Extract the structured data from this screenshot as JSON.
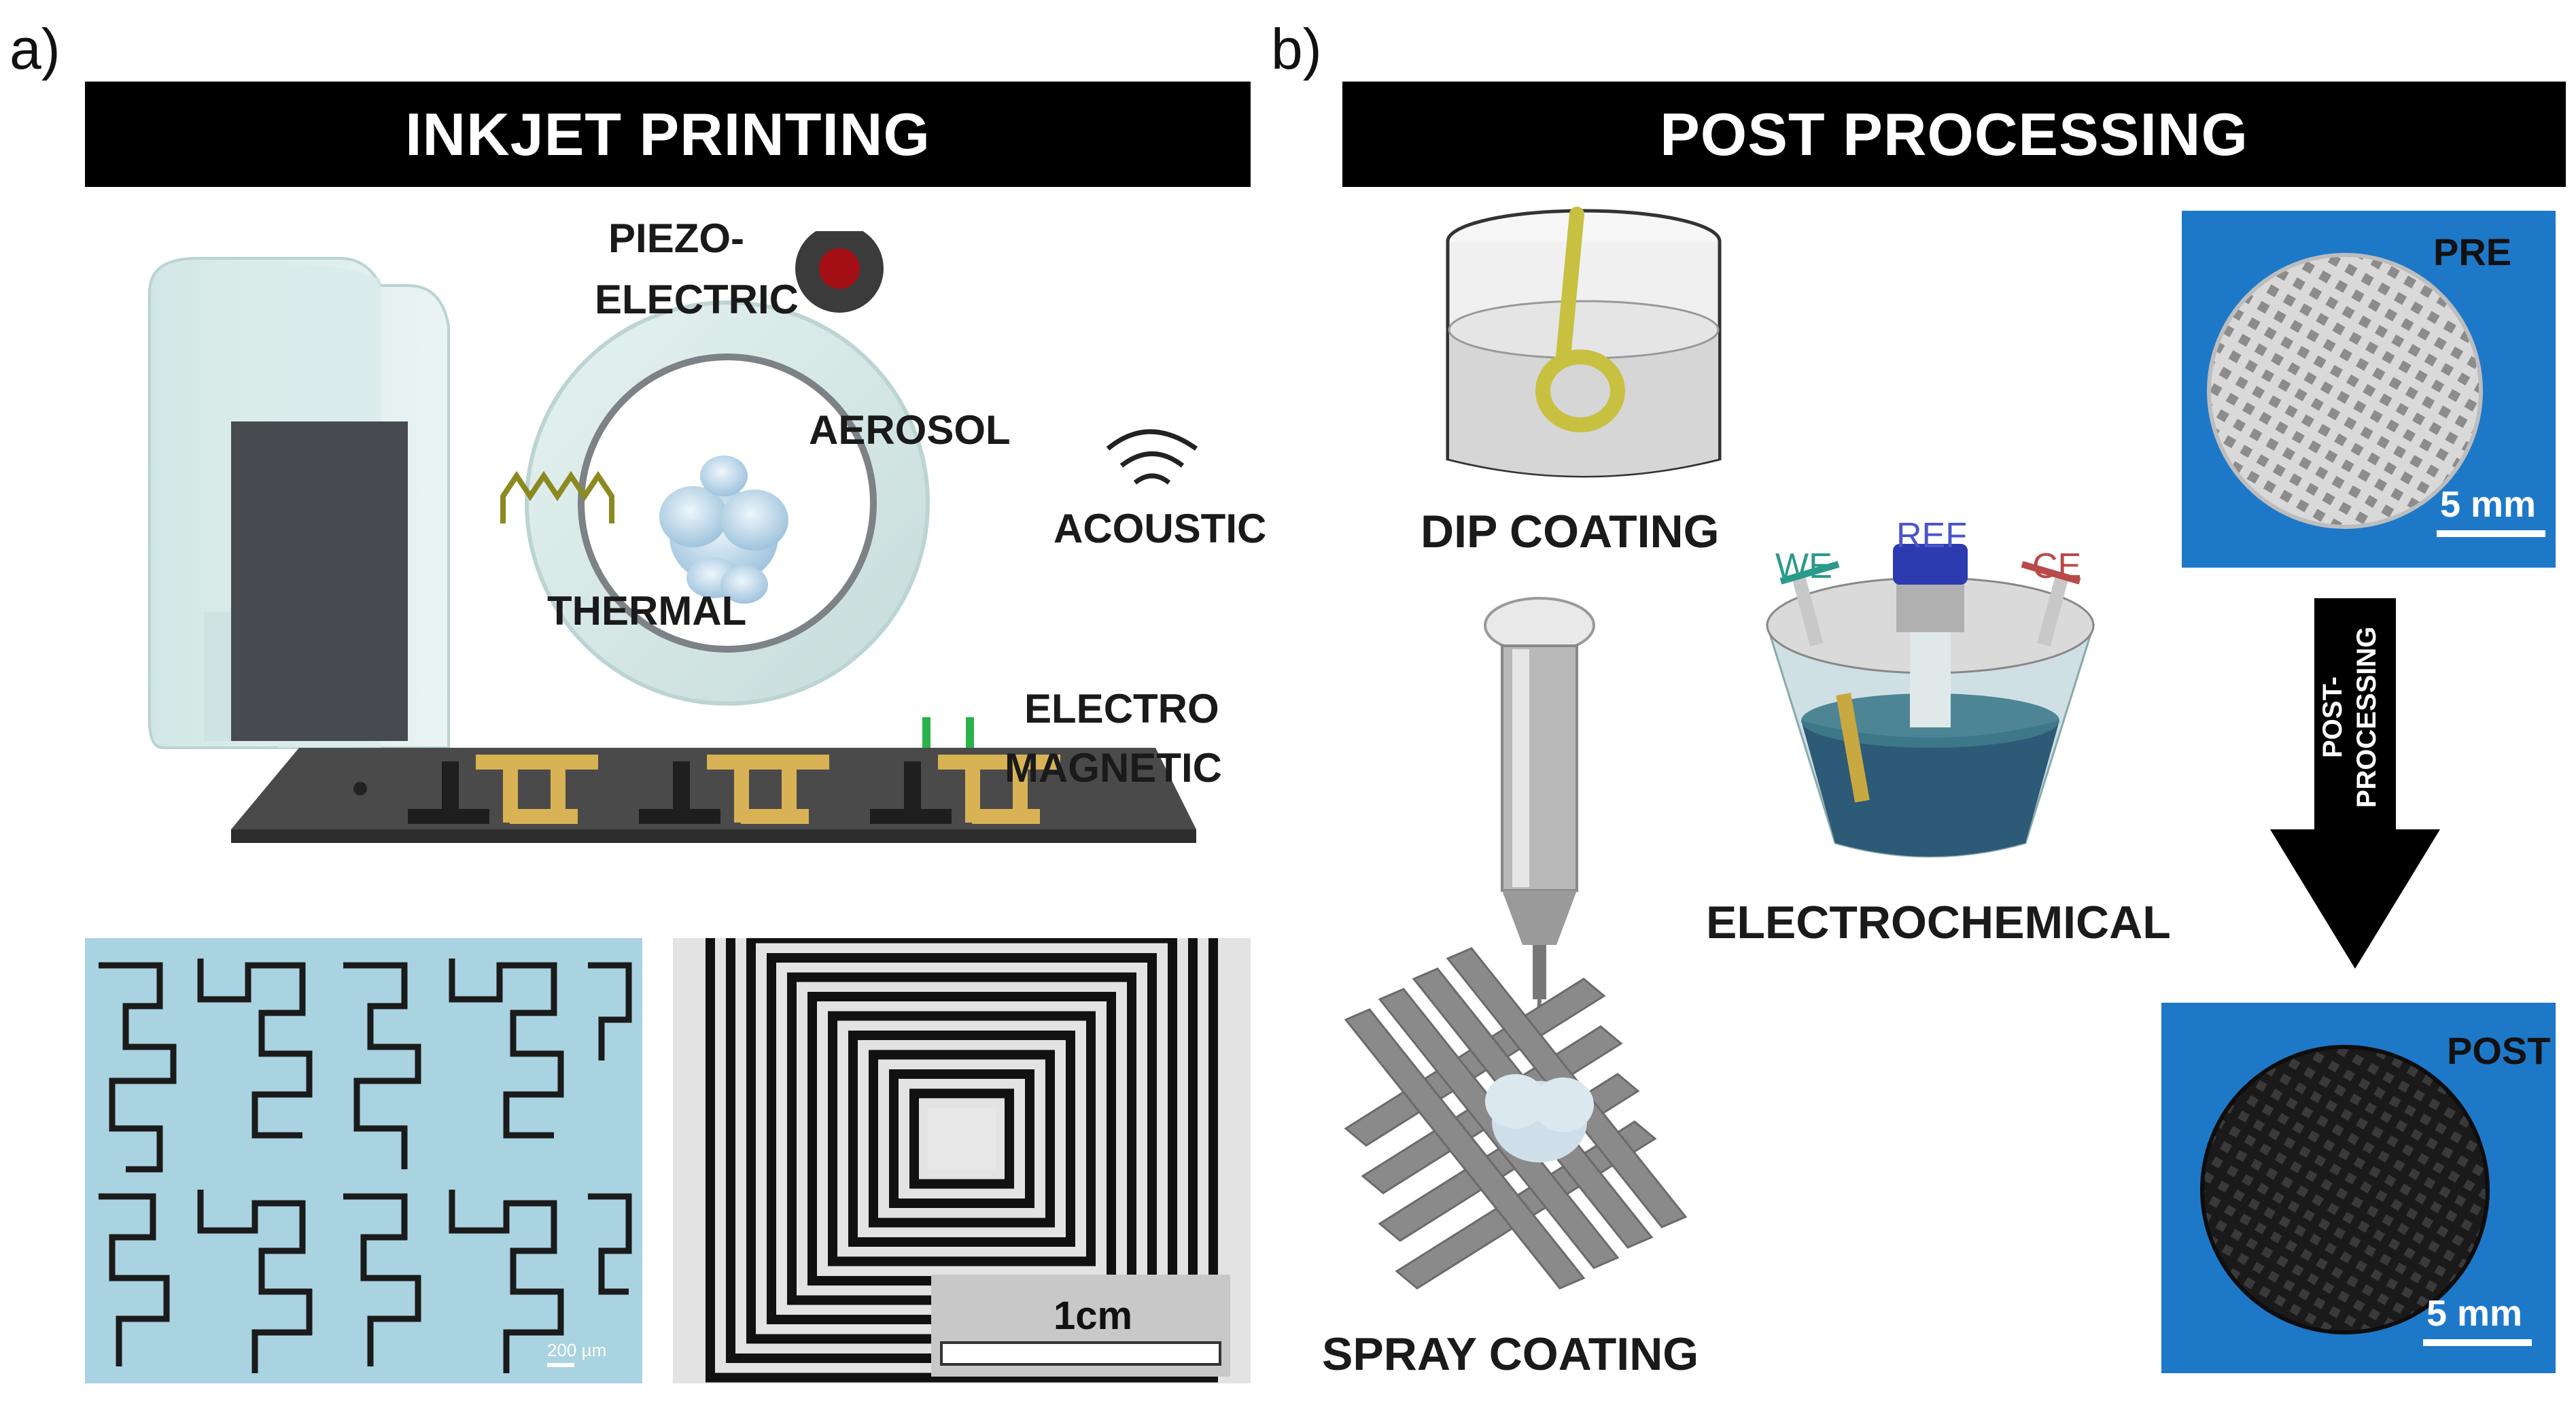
{
  "panel_a": {
    "letter": "a)",
    "banner": "INKJET PRINTING",
    "labels": {
      "piezo_line1": "PIEZO-",
      "piezo_line2": "ELECTRIC",
      "aerosol": "AEROSOL",
      "acoustic": "ACOUSTIC",
      "thermal": "THERMAL",
      "electro_line1": "ELECTRO",
      "electro_line2": "MAGNETIC"
    },
    "micrograph_scale": "200 µm",
    "spiral_scale": "1cm"
  },
  "panel_b": {
    "letter": "b)",
    "banner": "POST PROCESSING",
    "labels": {
      "dip": "DIP COATING",
      "spray": "SPRAY COATING",
      "electrochemical": "ELECTROCHEMICAL",
      "we": "WE",
      "ref": "REF",
      "ce": "CE"
    },
    "pre": {
      "tag": "PRE",
      "scale": "5 mm"
    },
    "post": {
      "tag": "POST",
      "scale": "5 mm"
    },
    "arrow_line1": "POST-",
    "arrow_line2": "PROCESSING"
  },
  "colors": {
    "banner": "#000000",
    "photo_blue": "#1e78c8",
    "micrograph_bg": "#a9d3e0",
    "gold": "#d8b254",
    "thermal": "#8a8a20",
    "magnet": "#29b34a",
    "we": "#2a9a8a",
    "ref": "#4a55c8",
    "ce": "#b84a4a"
  }
}
